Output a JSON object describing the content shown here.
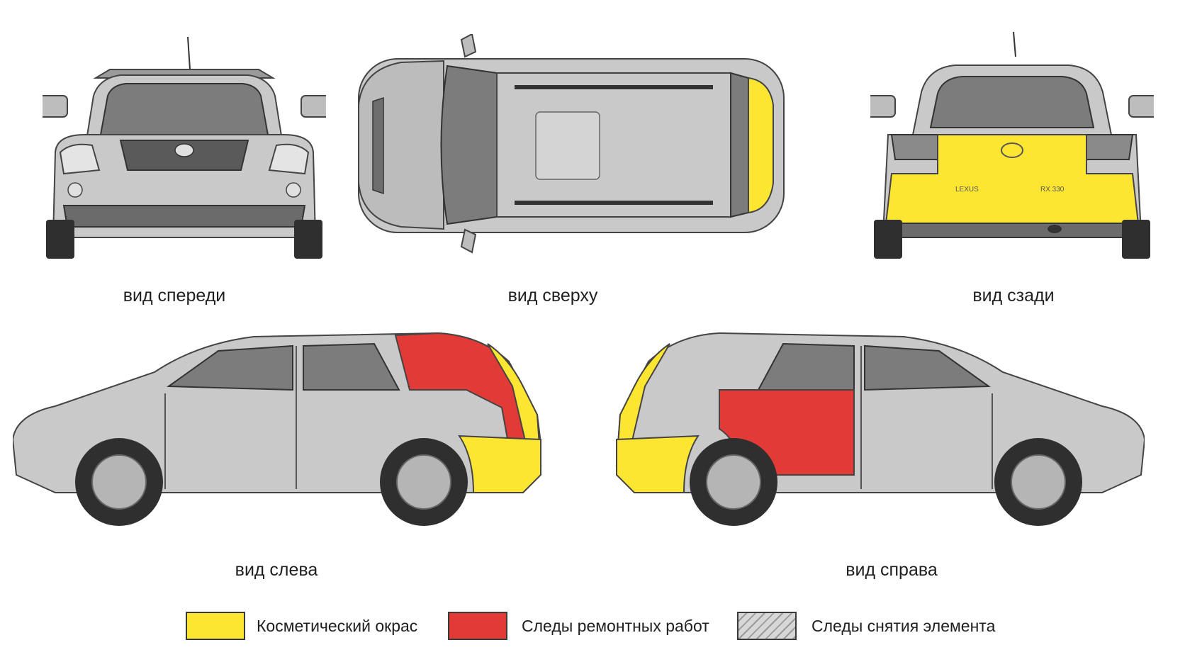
{
  "views": {
    "front": "вид спереди",
    "top": "вид сверху",
    "rear": "вид сзади",
    "left": "вид слева",
    "right": "вид справа"
  },
  "rear_badges": {
    "brand": "LEXUS",
    "model": "RX 330"
  },
  "legend": [
    {
      "label": "Косметический окрас",
      "color": "#fde631"
    },
    {
      "label": "Следы ремонтных работ",
      "color": "#e23a37"
    },
    {
      "label": "Следы снятия элемента",
      "pattern": "hatched"
    }
  ],
  "colors": {
    "body": "#c9c9c9",
    "outline": "#4a4a4a",
    "glass": "#8f8f8f",
    "tire": "#2f2f2f",
    "cosmetic": "#fde631",
    "repair": "#e23a37"
  }
}
